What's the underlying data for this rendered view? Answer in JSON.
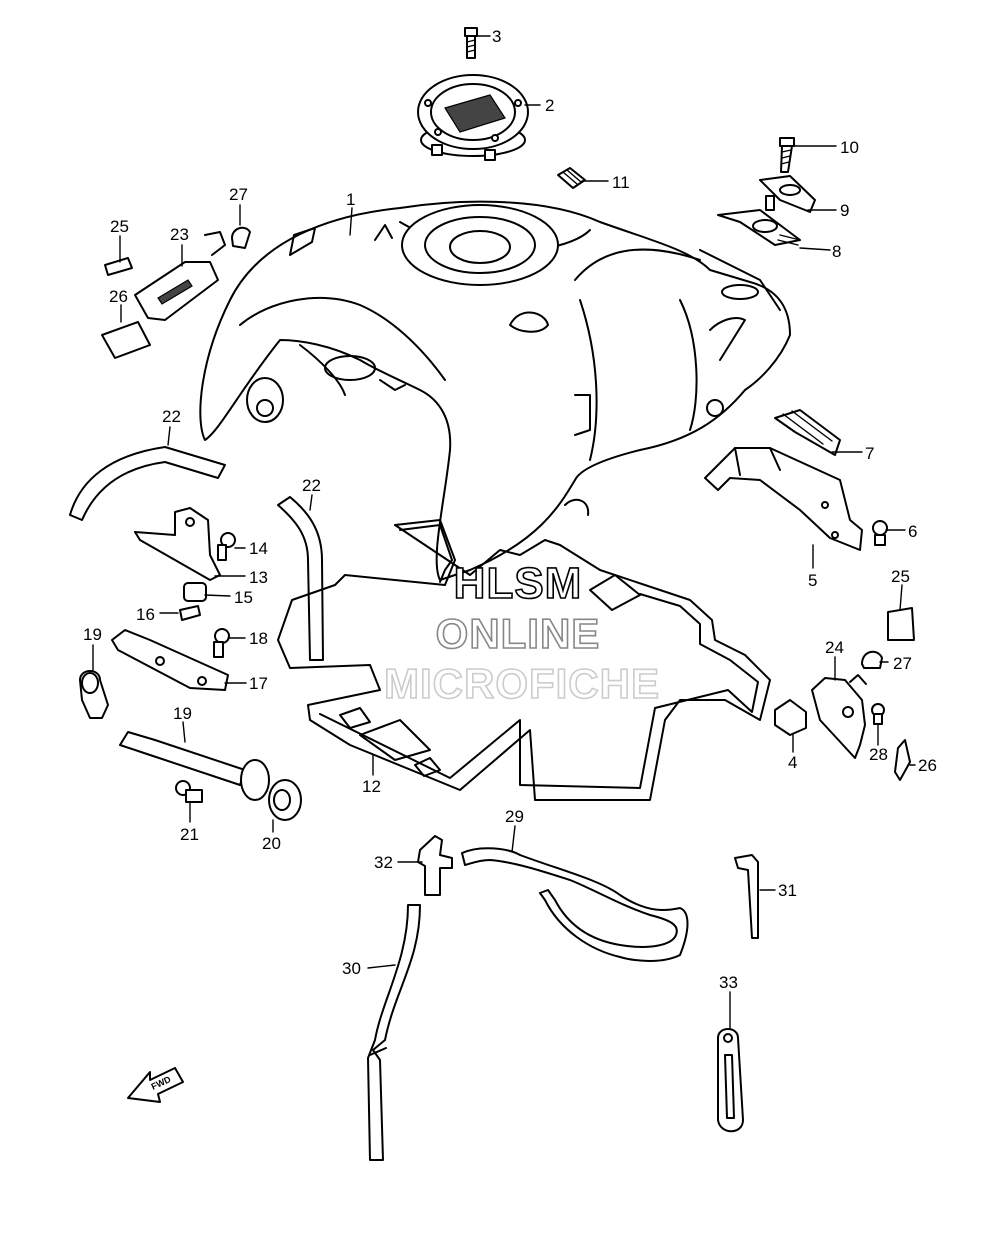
{
  "callouts": [
    {
      "id": "3",
      "label": "3"
    },
    {
      "id": "2",
      "label": "2"
    },
    {
      "id": "10",
      "label": "10"
    },
    {
      "id": "11",
      "label": "11"
    },
    {
      "id": "9",
      "label": "9"
    },
    {
      "id": "8",
      "label": "8"
    },
    {
      "id": "1",
      "label": "1"
    },
    {
      "id": "27a",
      "label": "27"
    },
    {
      "id": "25a",
      "label": "25"
    },
    {
      "id": "23",
      "label": "23"
    },
    {
      "id": "26a",
      "label": "26"
    },
    {
      "id": "22a",
      "label": "22"
    },
    {
      "id": "22b",
      "label": "22"
    },
    {
      "id": "7",
      "label": "7"
    },
    {
      "id": "6",
      "label": "6"
    },
    {
      "id": "5",
      "label": "5"
    },
    {
      "id": "14",
      "label": "14"
    },
    {
      "id": "13",
      "label": "13"
    },
    {
      "id": "15",
      "label": "15"
    },
    {
      "id": "16",
      "label": "16"
    },
    {
      "id": "18",
      "label": "18"
    },
    {
      "id": "17",
      "label": "17"
    },
    {
      "id": "19a",
      "label": "19"
    },
    {
      "id": "19b",
      "label": "19"
    },
    {
      "id": "25b",
      "label": "25"
    },
    {
      "id": "24",
      "label": "24"
    },
    {
      "id": "27b",
      "label": "27"
    },
    {
      "id": "4",
      "label": "4"
    },
    {
      "id": "28",
      "label": "28"
    },
    {
      "id": "26b",
      "label": "26"
    },
    {
      "id": "12",
      "label": "12"
    },
    {
      "id": "21",
      "label": "21"
    },
    {
      "id": "20",
      "label": "20"
    },
    {
      "id": "29",
      "label": "29"
    },
    {
      "id": "32",
      "label": "32"
    },
    {
      "id": "31",
      "label": "31"
    },
    {
      "id": "30",
      "label": "30"
    },
    {
      "id": "33",
      "label": "33"
    }
  ],
  "watermark": {
    "line1": "HLSM",
    "line2": "ONLINE",
    "line3": "MICROFICHE"
  },
  "fwd_arrow": {
    "label": "FWD"
  },
  "colors": {
    "line": "#000000",
    "background": "#ffffff",
    "watermark": "#bbbbbb"
  }
}
